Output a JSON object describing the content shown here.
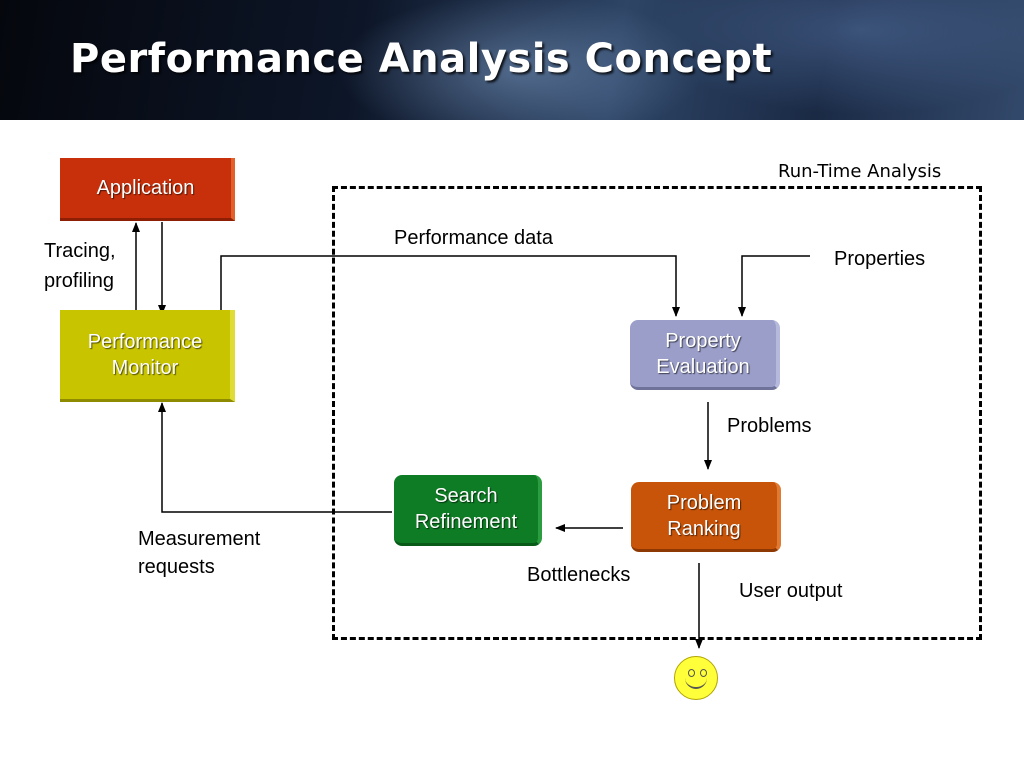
{
  "slide": {
    "title": "Performance Analysis Concept"
  },
  "boxes": {
    "application": "Application",
    "performance_monitor": [
      "Performance",
      "Monitor"
    ],
    "property_evaluation": [
      "Property",
      "Evaluation"
    ],
    "search_refinement": [
      "Search",
      "Refinement"
    ],
    "problem_ranking": [
      "Problem",
      "Ranking"
    ]
  },
  "labels": {
    "run_time_analysis": "Run-Time Analysis",
    "tracing": [
      "Tracing,",
      "profiling"
    ],
    "performance_data": "Performance data",
    "properties": "Properties",
    "problems": "Problems",
    "measurement": [
      "Measurement",
      "requests"
    ],
    "bottlenecks": "Bottlenecks",
    "user_output": "User output"
  },
  "colors": {
    "application": "#c8300c",
    "performance_monitor": "#c8c400",
    "property_evaluation": "#9a9ec8",
    "search_refinement": "#0e7c24",
    "problem_ranking": "#c8540a",
    "smiley": "#ffff3a"
  },
  "icons": [
    "smiley-face-icon"
  ]
}
